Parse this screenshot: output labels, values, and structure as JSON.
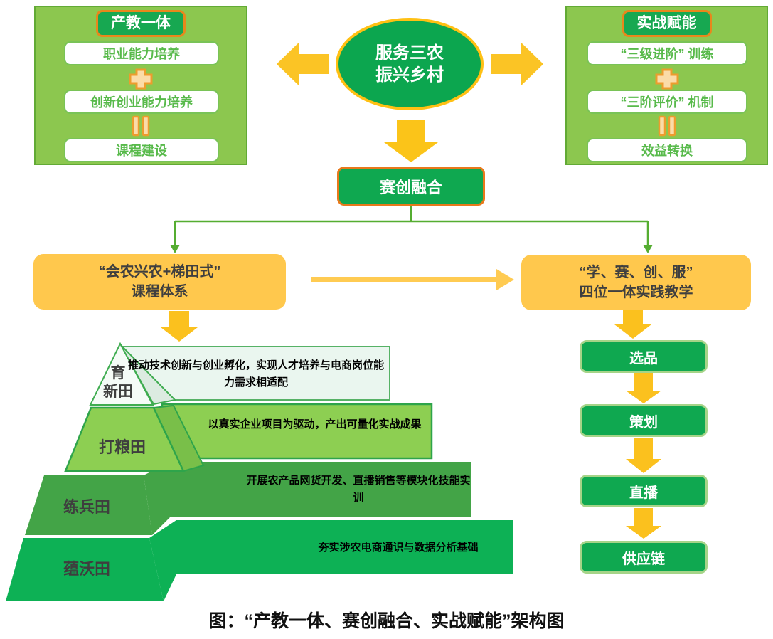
{
  "diagram": {
    "center": {
      "line1": "服务三农",
      "line2": "振兴乡村"
    },
    "left_panel": {
      "title": "产教一体",
      "item1": "职业能力培养",
      "item2": "创新创业能力培养",
      "item3": "课程建设"
    },
    "right_panel": {
      "title": "实战赋能",
      "item1": "“三级进阶” 训练",
      "item2": "“三阶评价” 机制",
      "item3": "效益转换"
    },
    "fusion": {
      "label": "赛创融合"
    },
    "course_box": {
      "line1": "“会农兴农+梯田式”",
      "line2": "课程体系"
    },
    "practice_box": {
      "line1": "“学、赛、创、服”",
      "line2": "四位一体实践教学"
    },
    "pyramid": {
      "levels": [
        {
          "label_lines": [
            "育",
            "新田"
          ],
          "desc": "推动技术创新与创业孵化，实现人才培养与电商岗位能力需求相适配"
        },
        {
          "label_lines": [
            "打粮田"
          ],
          "desc": "以真实企业项目为驱动，产出可量化实战成果"
        },
        {
          "label_lines": [
            "练兵田"
          ],
          "desc": "开展农产品网货开发、直播销售等模块化技能实训"
        },
        {
          "label_lines": [
            "蕴沃田"
          ],
          "desc": "夯实涉农电商通识与数据分析基础"
        }
      ]
    },
    "flow": {
      "step1": "选品",
      "step2": "策划",
      "step3": "直播",
      "step4": "供应链"
    },
    "caption": "图：“产教一体、赛创融合、实战赋能”架构图",
    "colors": {
      "panel_green": "#8CC74F",
      "node_green": "#0FA850",
      "accent_orange": "#E8871C",
      "arrow_yellow": "#FBC120",
      "box_yellow": "#FFC84D",
      "line_green": "#55AD31",
      "band_mint": "#EAF6EF",
      "band_light_green": "#8DCF52",
      "band_mid_green": "#43A447",
      "band_bright_green": "#0DB155"
    }
  }
}
